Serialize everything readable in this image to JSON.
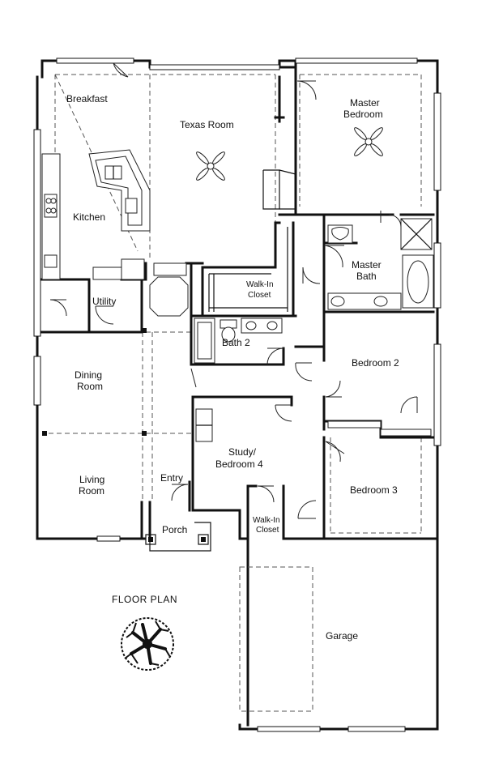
{
  "plan": {
    "title": "FLOOR PLAN",
    "rooms": {
      "breakfast": "Breakfast",
      "texas_room": "Texas Room",
      "master_bedroom_line1": "Master",
      "master_bedroom_line2": "Bedroom",
      "kitchen": "Kitchen",
      "master_bath_line1": "Master",
      "master_bath_line2": "Bath",
      "walkin_closet_line1": "Walk-In",
      "walkin_closet_line2": "Closet",
      "utility": "Utility",
      "bath2": "Bath 2",
      "dining_line1": "Dining",
      "dining_line2": "Room",
      "bedroom2": "Bedroom 2",
      "study_line1": "Study/",
      "study_line2": "Bedroom 4",
      "living_line1": "Living",
      "living_line2": "Room",
      "entry": "Entry",
      "bedroom3": "Bedroom 3",
      "walkin_closet2_line1": "Walk-In",
      "walkin_closet2_line2": "Closet",
      "porch": "Porch",
      "garage": "Garage"
    }
  },
  "colors": {
    "ink": "#111111",
    "paper": "#ffffff"
  },
  "icons": [
    "ceiling-fan-icon",
    "tree-icon",
    "door-swing-icon"
  ]
}
